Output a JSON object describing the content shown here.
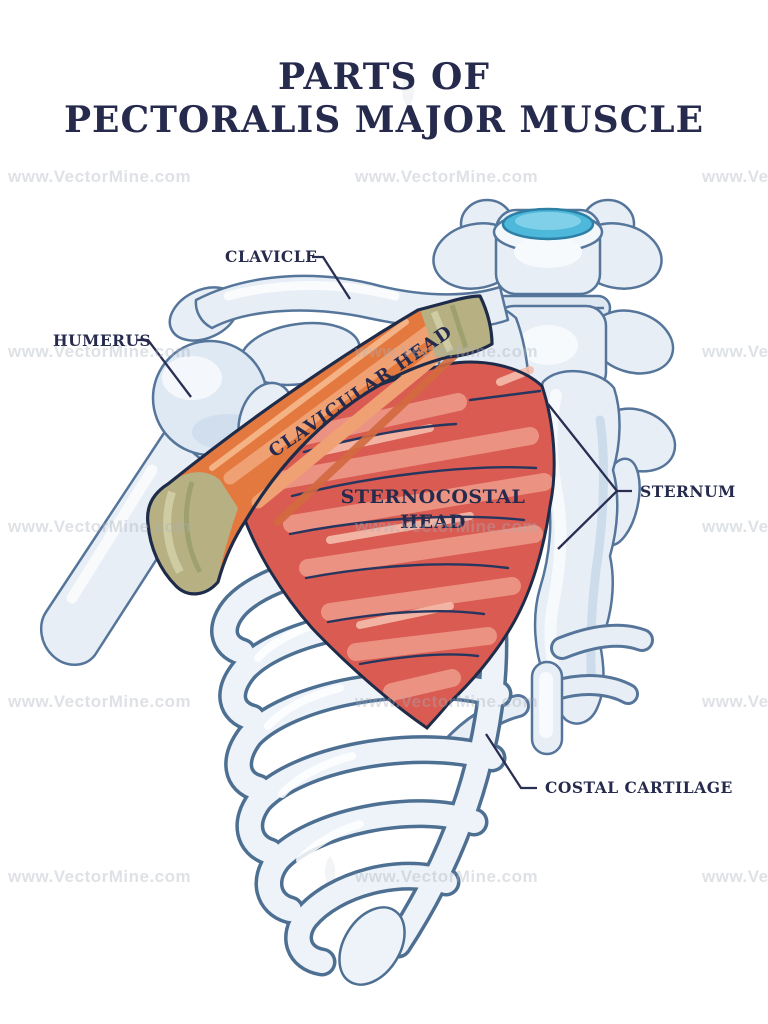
{
  "title": {
    "line1": "PARTS OF",
    "line2": "PECTORALIS MAJOR MUSCLE"
  },
  "watermark": {
    "text": "www.VectorMine.com"
  },
  "labels": {
    "clavicle": "CLAVICLE",
    "humerus": "HUMERUS",
    "clavicular_head": "CLAVICULAR HEAD",
    "sternocostal_head_line1": "STERNOCOSTAL",
    "sternocostal_head_line2": "HEAD",
    "sternum": "STERNUM",
    "costal_cartilage": "COSTAL CARTILAGE"
  },
  "illustration": {
    "muscle_parts_labeled": [
      "CLAVICULAR HEAD",
      "STERNOCOSTAL HEAD"
    ],
    "bones_labeled": [
      "CLAVICLE",
      "HUMERUS",
      "STERNUM",
      "COSTAL CARTILAGE"
    ],
    "colors": {
      "title_text": "#262b4e",
      "label_text": "#262b4e",
      "leader_line": "#2a2e52",
      "clavicular_head_muscle": "#e4793f",
      "clavicular_head_stripe": "#f0a173",
      "sternocostal_head_muscle": "#d95b52",
      "sternocostal_streak": "#ec9585",
      "tendon": "#b7b083",
      "bone_fill": "#e7eef6",
      "bone_outline": "#56759a",
      "muscle_outline": "#1f2c49",
      "intervertebral_disc": "#4db8da",
      "watermark": "#a8b0ba",
      "background": "#ffffff"
    }
  }
}
